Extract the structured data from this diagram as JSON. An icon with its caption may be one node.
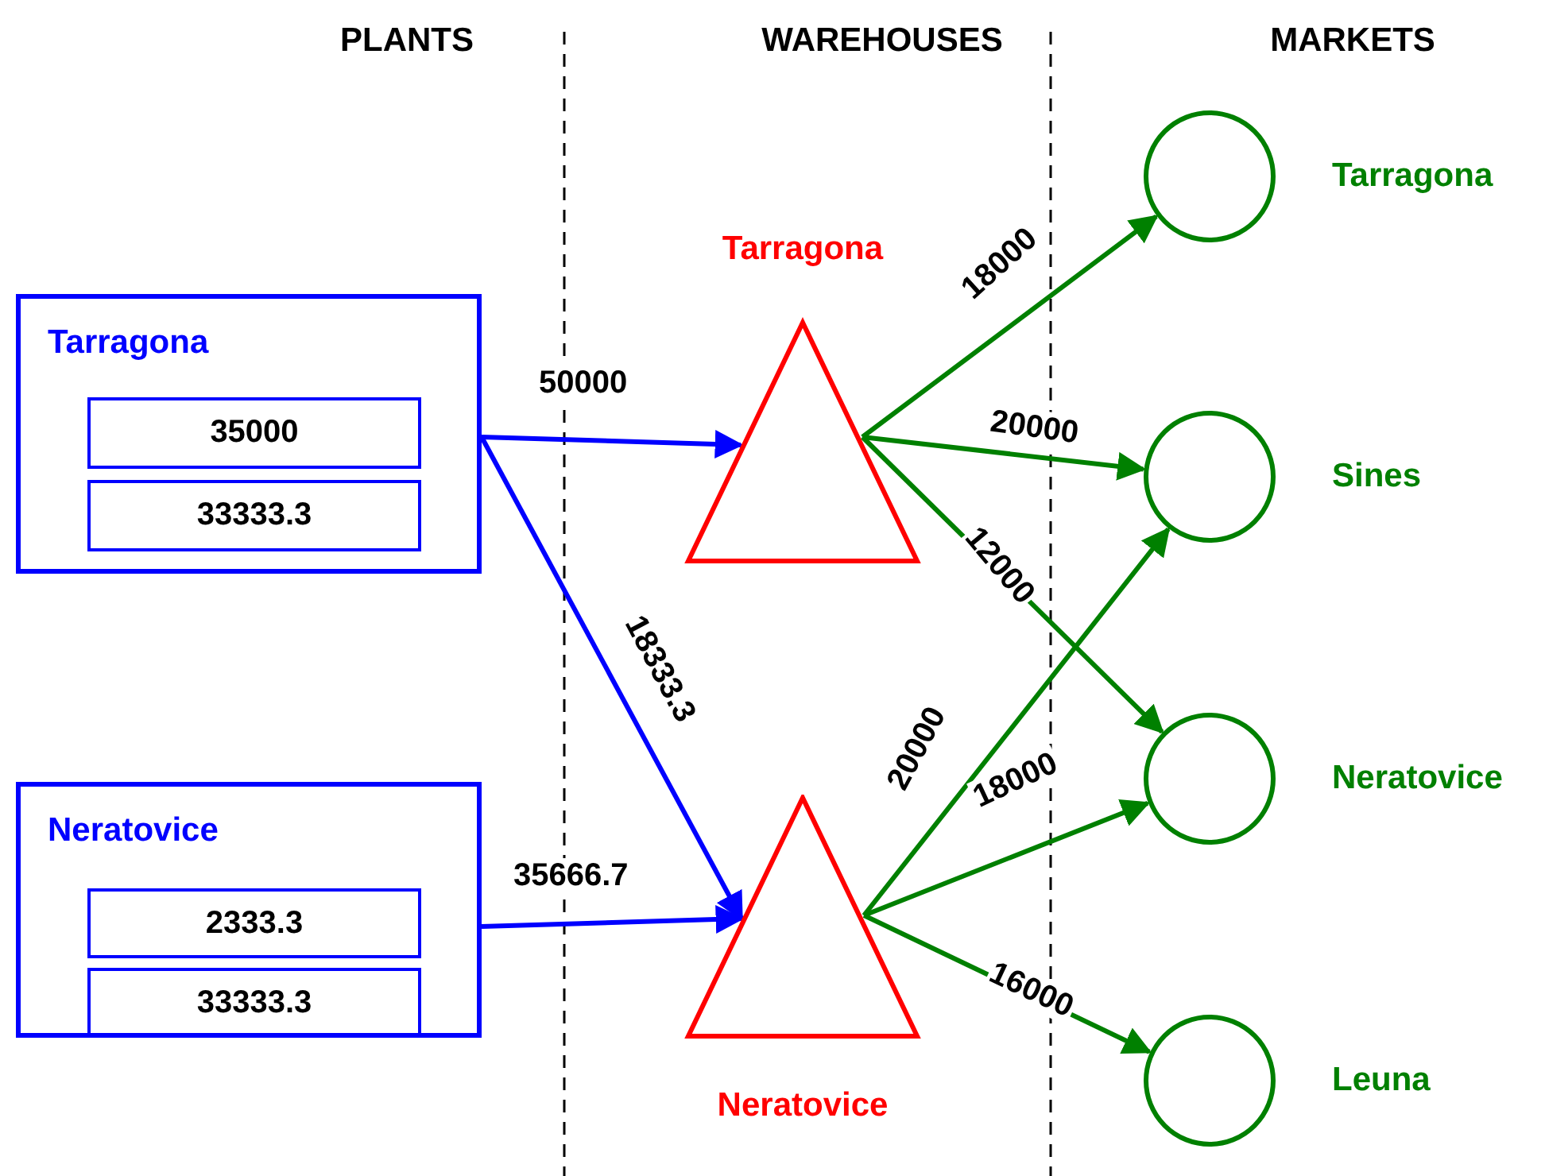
{
  "diagram": {
    "nodes": [
      {
        "text": [
          "Tarragona"
        ]
      },
      {
        "text": [
          "35000"
        ],
        "in": 0
      },
      {
        "text": [
          "33333.3"
        ],
        "in": 0
      },
      {
        "text": [
          "Neratovice"
        ]
      },
      {
        "text": [
          "2333.3"
        ],
        "in": 3
      },
      {
        "text": [
          "33333.3"
        ],
        "in": 3
      },
      {
        "text": [
          "Tarragona"
        ]
      },
      {
        "text": [
          "Neratovice"
        ]
      },
      {
        "text": [
          "Tarragona"
        ]
      },
      {
        "text": [
          "Sines"
        ]
      },
      {
        "text": [
          "Neratovice"
        ]
      },
      {
        "text": [
          "Leuna"
        ]
      }
    ],
    "edges": [
      {
        "from": 0,
        "to": 6,
        "arrow": "to",
        "label": "50000",
        "color": "#0000ff"
      },
      {
        "from": 0,
        "to": 7,
        "arrow": "to",
        "label": "18333.3",
        "color": "#0000ff"
      },
      {
        "from": 3,
        "to": 7,
        "arrow": "to",
        "label": "35666.7",
        "color": "#0000ff"
      },
      {
        "from": 6,
        "to": 8,
        "arrow": "to",
        "label": "18000"
      },
      {
        "from": 6,
        "to": 9,
        "arrow": "to",
        "label": "20000"
      },
      {
        "from": 6,
        "to": 10,
        "arrow": "to",
        "label": "12000"
      },
      {
        "from": 7,
        "to": 9,
        "arrow": "to",
        "label": "20000"
      },
      {
        "from": 7,
        "to": 10,
        "arrow": "to",
        "label": "18000"
      },
      {
        "from": 7,
        "to": 11,
        "arrow": "to",
        "label": "16000"
      }
    ],
    "labels": [
      "PLANTS",
      "WAREHOUSES",
      "MARKETS"
    ]
  }
}
